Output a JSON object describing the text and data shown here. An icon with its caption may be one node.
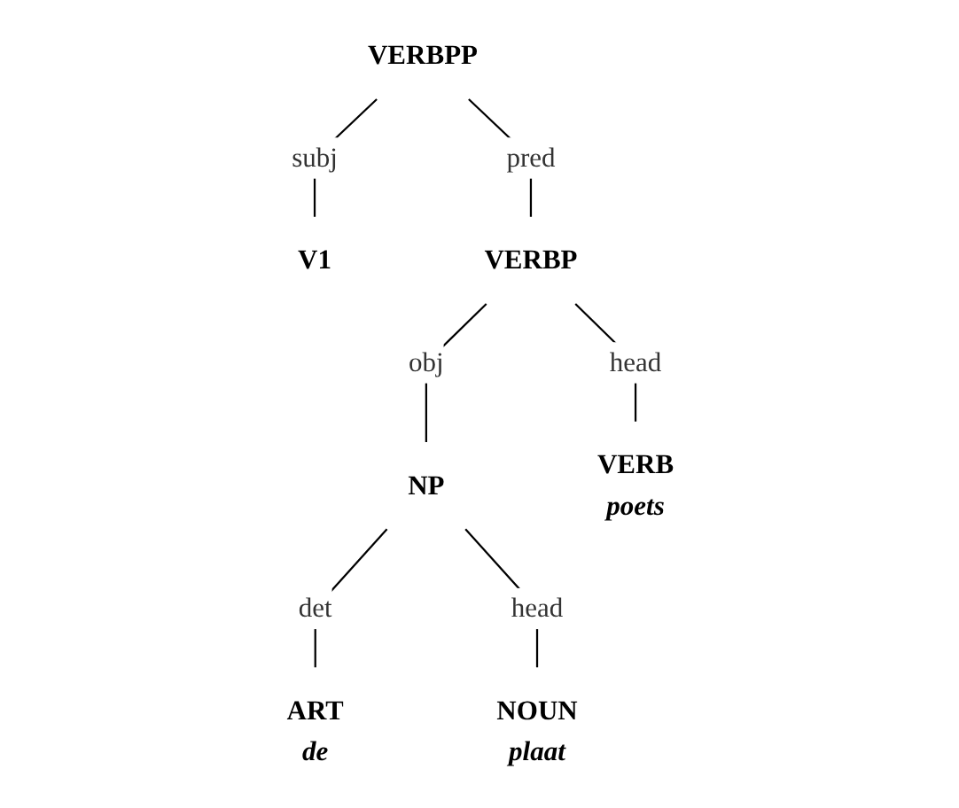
{
  "diagram": {
    "nodes": [
      {
        "text": [
          "VERBPP"
        ]
      },
      {
        "text": [
          "V1"
        ]
      },
      {
        "text": [
          "VERBP"
        ]
      },
      {
        "text": [
          "NP"
        ]
      },
      {
        "text": [
          "VERB",
          "poets"
        ]
      },
      {
        "text": [
          "ART",
          "de"
        ]
      },
      {
        "text": [
          "NOUN",
          "plaat"
        ]
      }
    ],
    "edges": [
      {
        "from": 0,
        "to": 1,
        "arrow": "none",
        "label": "subj"
      },
      {
        "from": 0,
        "to": 2,
        "arrow": "none",
        "label": "pred"
      },
      {
        "from": 2,
        "to": 3,
        "arrow": "none",
        "label": "obj"
      },
      {
        "from": 2,
        "to": 4,
        "arrow": "none",
        "label": "head"
      },
      {
        "from": 3,
        "to": 5,
        "arrow": "none",
        "label": "det"
      },
      {
        "from": 3,
        "to": 6,
        "arrow": "none",
        "label": "head"
      }
    ]
  }
}
